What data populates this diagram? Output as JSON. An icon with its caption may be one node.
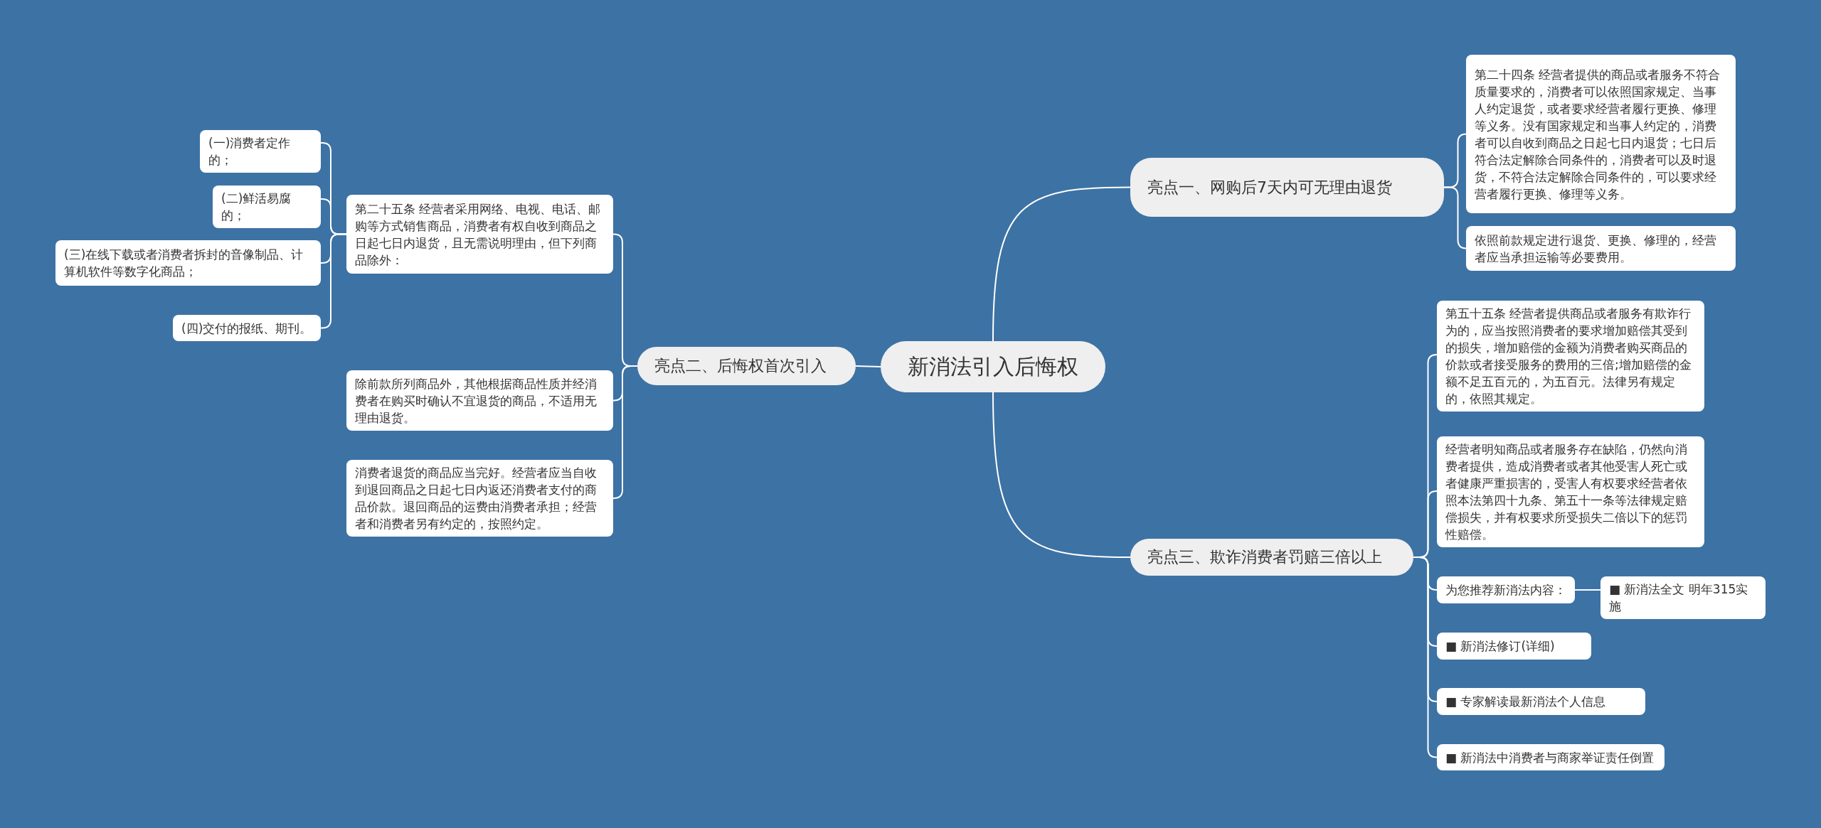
{
  "diagram": {
    "nodes": [
      {
        "text": [
          "新消法引入后悔权"
        ]
      },
      {
        "text": [
          "亮点一、网购后7天内可无理由退货"
        ]
      },
      {
        "text": [
          "亮点二、后悔权首次引入"
        ]
      },
      {
        "text": [
          "亮点三、欺诈消费者罚赔三倍以上"
        ]
      },
      {
        "text": [
          "第二十四条 经营者提供的商品或者服务不符合质量要求的，消费者可以依照国家规定、当事人约定退货，或者要求经营者履行更换、修理等义务。没有国家规定和当事人约定的，消费者可以自收到商品之日起七日内退货；七日后符合法定解除合同条件的，消费者可以及时退货，不符合法定解除合同条件的，可以要求经营者履行更换、修理等义务。"
        ]
      },
      {
        "text": [
          "依照前款规定进行退货、更换、修理的，经营者应当承担运输等必要费用。"
        ]
      },
      {
        "text": [
          "第二十五条 经营者采用网络、电视、电话、邮购等方式销售商品，消费者有权自收到商品之日起七日内退货，且无需说明理由，但下列商品除外："
        ]
      },
      {
        "text": [
          "除前款所列商品外，其他根据商品性质并经消费者在购买时确认不宜退货的商品，不适用无理由退货。"
        ]
      },
      {
        "text": [
          "消费者退货的商品应当完好。经营者应当自收到退回商品之日起七日内返还消费者支付的商品价款。退回商品的运费由消费者承担；经营者和消费者另有约定的，按照约定。"
        ]
      },
      {
        "text": [
          "(一)消费者定作的；"
        ]
      },
      {
        "text": [
          "(二)鲜活易腐的；"
        ]
      },
      {
        "text": [
          "(三)在线下载或者消费者拆封的音像制品、计算机软件等数字化商品；"
        ]
      },
      {
        "text": [
          "(四)交付的报纸、期刊。"
        ]
      },
      {
        "text": [
          "第五十五条 经营者提供商品或者服务有欺诈行为的，应当按照消费者的要求增加赔偿其受到的损失，增加赔偿的金额为消费者购买商品的价款或者接受服务的费用的三倍;增加赔偿的金额不足五百元的，为五百元。法律另有规定的，依照其规定。"
        ]
      },
      {
        "text": [
          "经营者明知商品或者服务存在缺陷，仍然向消费者提供，造成消费者或者其他受害人死亡或者健康严重损害的，受害人有权要求经营者依照本法第四十九条、第五十一条等法律规定赔偿损失，并有权要求所受损失二倍以下的惩罚性赔偿。"
        ]
      },
      {
        "text": [
          "为您推荐新消法内容："
        ]
      },
      {
        "text": [
          "■ 新消法全文 明年315实施"
        ]
      },
      {
        "text": [
          "■ 新消法修订(详细)"
        ]
      },
      {
        "text": [
          "■ 专家解读最新消法个人信息"
        ]
      },
      {
        "text": [
          "■ 新消法中消费者与商家举证责任倒置"
        ]
      }
    ],
    "edges": [
      {
        "from": 0,
        "to": 1,
        "arrow": "none"
      },
      {
        "from": 0,
        "to": 2,
        "arrow": "none"
      },
      {
        "from": 0,
        "to": 3,
        "arrow": "none"
      },
      {
        "from": 1,
        "to": 4,
        "arrow": "none"
      },
      {
        "from": 1,
        "to": 5,
        "arrow": "none"
      },
      {
        "from": 2,
        "to": 6,
        "arrow": "none"
      },
      {
        "from": 2,
        "to": 7,
        "arrow": "none"
      },
      {
        "from": 2,
        "to": 8,
        "arrow": "none"
      },
      {
        "from": 6,
        "to": 9,
        "arrow": "none"
      },
      {
        "from": 6,
        "to": 10,
        "arrow": "none"
      },
      {
        "from": 6,
        "to": 11,
        "arrow": "none"
      },
      {
        "from": 6,
        "to": 12,
        "arrow": "none"
      },
      {
        "from": 3,
        "to": 13,
        "arrow": "none"
      },
      {
        "from": 3,
        "to": 14,
        "arrow": "none"
      },
      {
        "from": 3,
        "to": 15,
        "arrow": "none"
      },
      {
        "from": 3,
        "to": 17,
        "arrow": "none"
      },
      {
        "from": 3,
        "to": 18,
        "arrow": "none"
      },
      {
        "from": 3,
        "to": 19,
        "arrow": "none"
      },
      {
        "from": 15,
        "to": 16,
        "arrow": "none"
      }
    ]
  }
}
